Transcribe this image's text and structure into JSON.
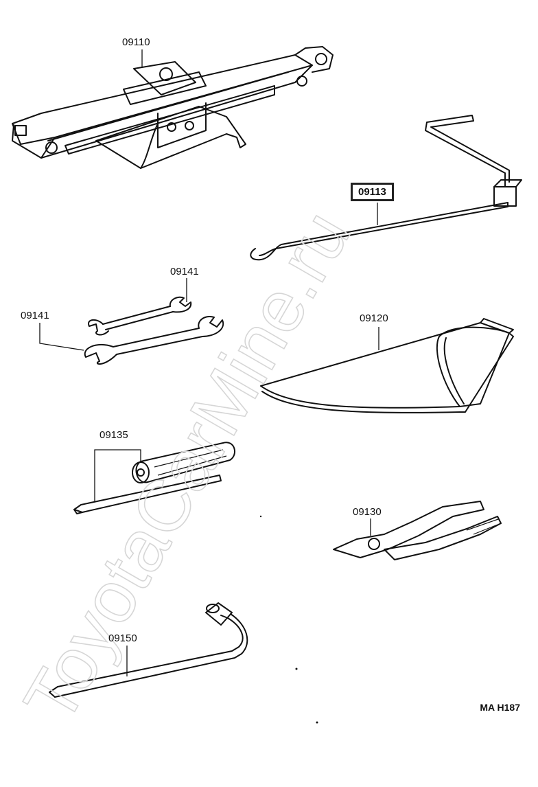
{
  "diagram": {
    "parts": [
      {
        "id": "jack",
        "label": "09110"
      },
      {
        "id": "jack-handle",
        "label": "09113"
      },
      {
        "id": "wrench-small",
        "label": "09141"
      },
      {
        "id": "wrench-large",
        "label": "09141"
      },
      {
        "id": "tool-bag",
        "label": "09120"
      },
      {
        "id": "screwdriver",
        "label": "09135"
      },
      {
        "id": "pliers",
        "label": "09130"
      },
      {
        "id": "hub-nut-wrench",
        "label": "09150"
      }
    ],
    "drawing_code": "MA H187",
    "watermark": "ToyotaCarMine.ru",
    "highlighted_part": "09113"
  }
}
